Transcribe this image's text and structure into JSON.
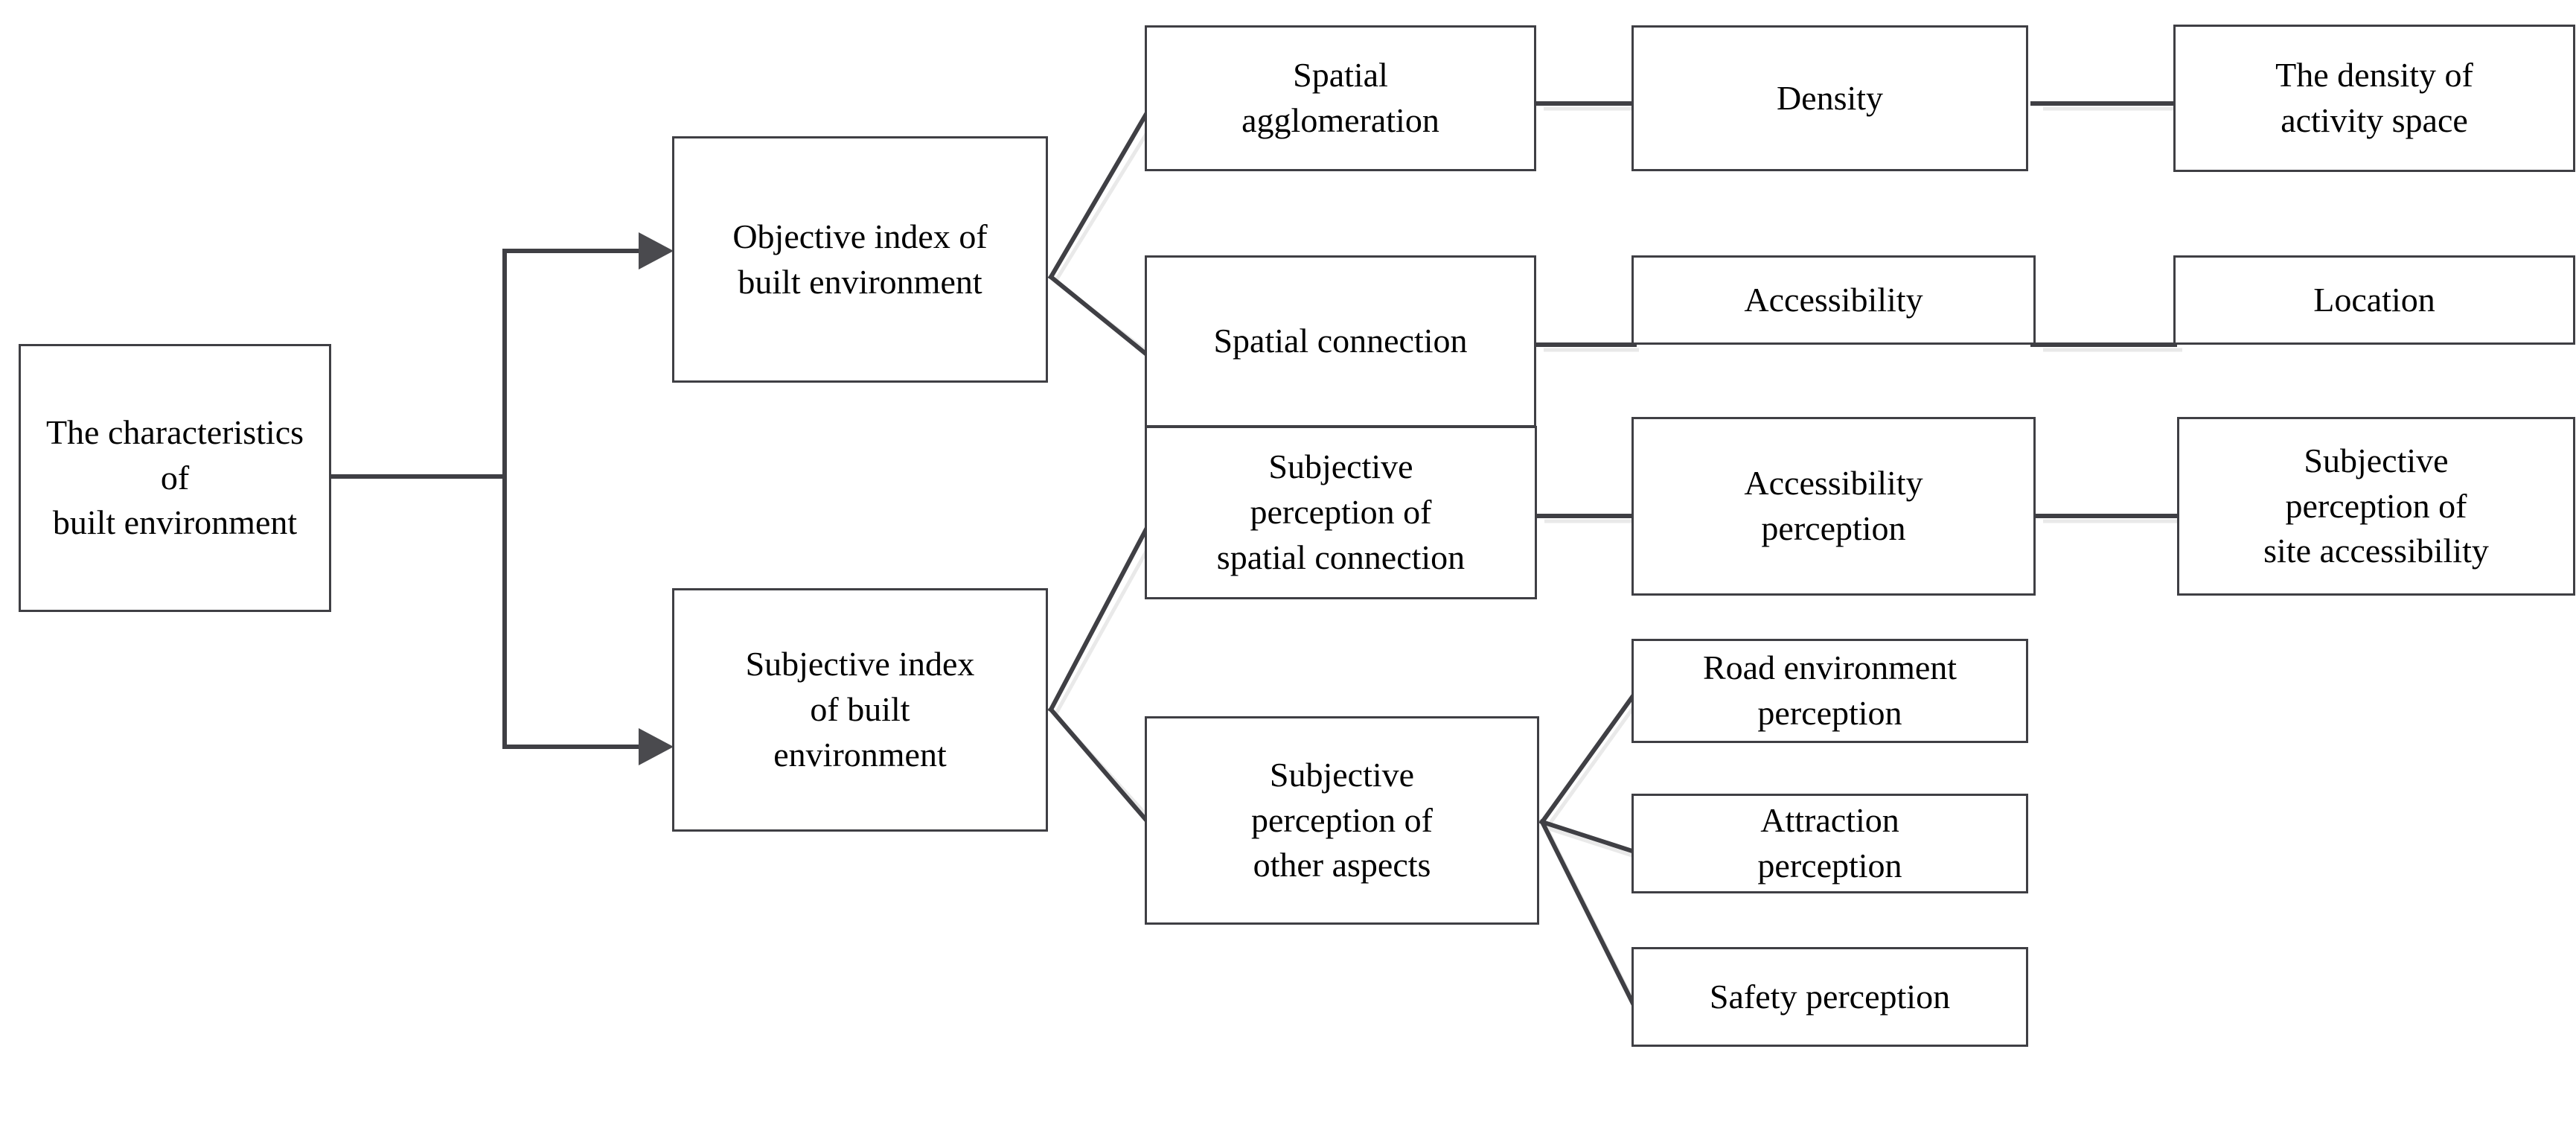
{
  "diagram": {
    "title": "The characteristics of built environment hierarchy",
    "type": "hierarchy-tree",
    "colors": {
      "box_border": "#3f3f44",
      "box_fill": "#ffffff",
      "connector": "#3f3f44",
      "connector_shadow": "#e8e8e8",
      "arrowhead": "#4a4a4e",
      "text": "#000000"
    },
    "levels": [
      "root",
      "index-type",
      "dimension",
      "indicator",
      "measure"
    ],
    "nodes": {
      "root": {
        "label": "The characteristics of\nbuilt environment"
      },
      "objective_index": {
        "label": "Objective index of\nbuilt environment"
      },
      "subjective_index": {
        "label": "Subjective index\nof built\nenvironment"
      },
      "spatial_agglomeration": {
        "label": "Spatial\nagglomeration"
      },
      "density": {
        "label": "Density"
      },
      "density_activity_space": {
        "label": "The density of\nactivity space"
      },
      "spatial_connection": {
        "label": "Spatial connection"
      },
      "accessibility": {
        "label": "Accessibility"
      },
      "location": {
        "label": "Location"
      },
      "subj_perception_spatial_connection": {
        "label": "Subjective\nperception of\nspatial connection"
      },
      "accessibility_perception": {
        "label": "Accessibility\nperception"
      },
      "subj_perception_site_accessibility": {
        "label": "Subjective\nperception of\nsite accessibility"
      },
      "subj_perception_other_aspects": {
        "label": "Subjective\nperception of\nother aspects"
      },
      "road_environment_perception": {
        "label": "Road environment\nperception"
      },
      "attraction_perception": {
        "label": "Attraction\nperception"
      },
      "safety_perception": {
        "label": "Safety perception"
      }
    },
    "edges": [
      {
        "from": "root",
        "to": "objective_index",
        "style": "orthogonal",
        "arrow": true
      },
      {
        "from": "root",
        "to": "subjective_index",
        "style": "orthogonal",
        "arrow": true
      },
      {
        "from": "objective_index",
        "to": "spatial_agglomeration",
        "style": "straight",
        "arrow": false
      },
      {
        "from": "objective_index",
        "to": "spatial_connection",
        "style": "straight",
        "arrow": false
      },
      {
        "from": "spatial_agglomeration",
        "to": "density",
        "style": "straight",
        "arrow": false
      },
      {
        "from": "density",
        "to": "density_activity_space",
        "style": "straight",
        "arrow": false
      },
      {
        "from": "spatial_connection",
        "to": "accessibility",
        "style": "straight",
        "arrow": false
      },
      {
        "from": "accessibility",
        "to": "location",
        "style": "straight",
        "arrow": false
      },
      {
        "from": "subjective_index",
        "to": "subj_perception_spatial_connection",
        "style": "straight",
        "arrow": false
      },
      {
        "from": "subjective_index",
        "to": "subj_perception_other_aspects",
        "style": "straight",
        "arrow": false
      },
      {
        "from": "subj_perception_spatial_connection",
        "to": "accessibility_perception",
        "style": "straight",
        "arrow": false
      },
      {
        "from": "accessibility_perception",
        "to": "subj_perception_site_accessibility",
        "style": "straight",
        "arrow": false
      },
      {
        "from": "subj_perception_other_aspects",
        "to": "road_environment_perception",
        "style": "straight",
        "arrow": false
      },
      {
        "from": "subj_perception_other_aspects",
        "to": "attraction_perception",
        "style": "straight",
        "arrow": false
      },
      {
        "from": "subj_perception_other_aspects",
        "to": "safety_perception",
        "style": "straight",
        "arrow": false
      }
    ]
  }
}
